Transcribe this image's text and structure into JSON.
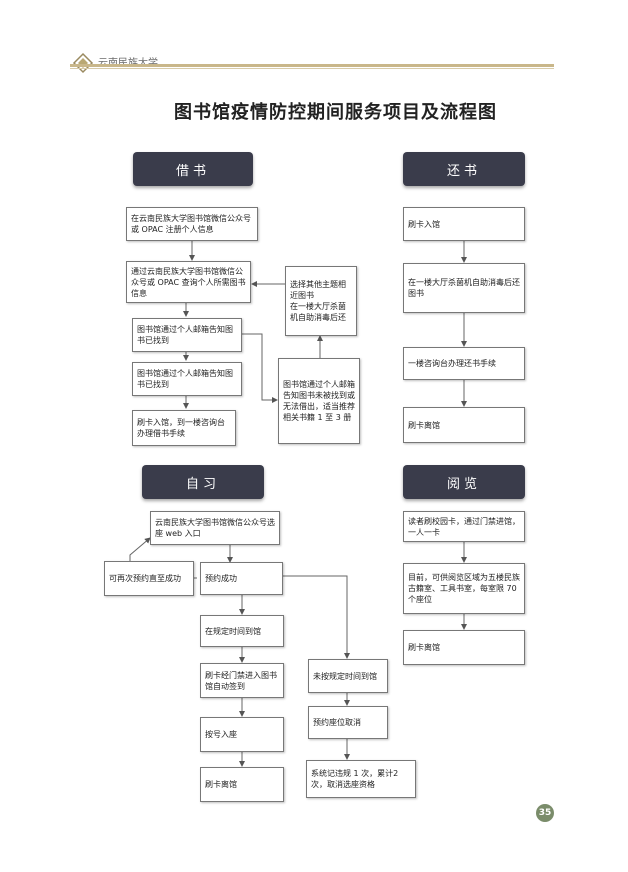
{
  "header": {
    "logo_text": "云南民族大学"
  },
  "title": "图书馆疫情防控期间服务项目及流程图",
  "page_number": "35",
  "sections": {
    "borrow": {
      "title": "借书",
      "boxes": [
        "在云南民族大学图书馆微信公众号或 OPAC 注册个人信息",
        "通过云南民族大学图书馆微信公众号或 OPAC 查询个人所需图书信息",
        "图书馆通过个人邮箱告知图书已找到",
        "图书馆通过个人邮箱告知图书已找到",
        "刷卡入馆，到一楼咨询台办理借书手续",
        "选择其他主题相近图书\n在一楼大厅杀菌机自助消毒后还",
        "图书馆通过个人邮箱告知图书未被找到或无法借出，适当推荐相关书籍 1 至 3 册"
      ]
    },
    "return": {
      "title": "还书",
      "boxes": [
        "刷卡入馆",
        "在一楼大厅杀菌机自助消毒后还图书",
        "一楼咨询台办理还书手续",
        "刷卡离馆"
      ]
    },
    "study": {
      "title": "自习",
      "boxes": [
        "云南民族大学图书馆微信公众号选座 web 入口",
        "可再次预约直至成功",
        "预约成功",
        "在规定时间到馆",
        "刷卡经门禁进入图书馆自动签到",
        "按号入座",
        "刷卡离馆",
        "未按规定时间到馆",
        "预约座位取消",
        "系统记违规 1 次，累计2次，取消选座资格"
      ]
    },
    "reading": {
      "title": "阅览",
      "boxes": [
        "读者刷校园卡，通过门禁进馆，一人一卡",
        "目前，可供阅览区域为五楼民族古籍室、工具书室，每室限 70 个座位",
        "刷卡离馆"
      ]
    }
  }
}
